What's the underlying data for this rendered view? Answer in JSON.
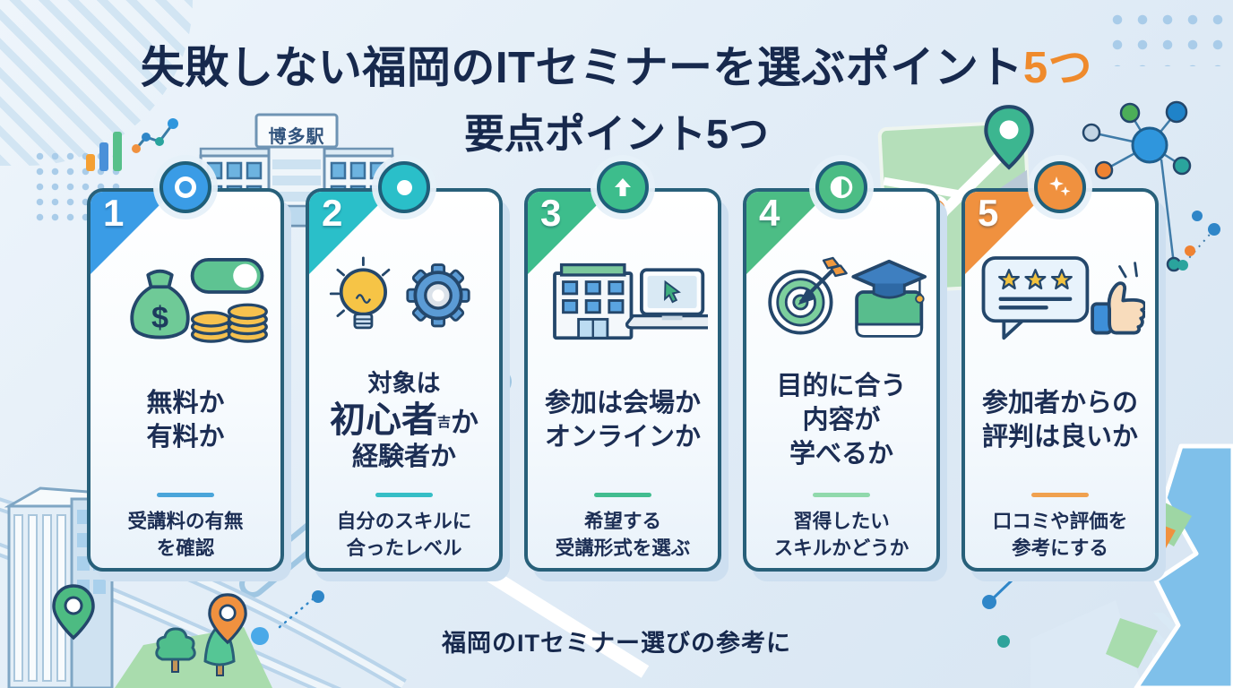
{
  "page": {
    "background": "#e2edf7",
    "navy": "#17294d",
    "card_border": "#28607a"
  },
  "title": {
    "line1": "失敗しない福岡のITセミナーを選ぶポイント",
    "line1_highlight": "5つ",
    "line2": "要点ポイント5つ",
    "color": "#17294d",
    "highlight_color": "#ef8a2c"
  },
  "footer": {
    "text": "福岡のITセミナー選びの参考に"
  },
  "decorations": {
    "station_sign": "博多駅",
    "dollar": "$",
    "icons": [
      "bar-chart-icon",
      "line-chart-icon",
      "station-building-icon",
      "map-tile-icon",
      "map-pin-icon",
      "network-graph-icon",
      "city-building-icon",
      "tree-icon",
      "road-icon",
      "map-fragment-icon",
      "dots-pattern",
      "stripes-pattern"
    ]
  },
  "cards": [
    {
      "number": "1",
      "accent": "#3a9ce6",
      "divider": "#4aa5da",
      "badge_icon": "ring-icon",
      "icons": [
        "money-bag-icon",
        "toggle-icon",
        "coins-icon"
      ],
      "title_lines": [
        "無料か",
        "有料か"
      ],
      "subtitle_lines": [
        "受講料の有無",
        "を確認"
      ]
    },
    {
      "number": "2",
      "accent": "#2abfc9",
      "divider": "#36bec6",
      "badge_icon": "dot-icon",
      "icons": [
        "lightbulb-icon",
        "gear-icon"
      ],
      "title_top": "対象は",
      "title_big": "初心者",
      "title_small": "吉",
      "title_big_suffix": "か",
      "title_bottom": "経験者か",
      "subtitle_lines": [
        "自分のスキルに",
        "合ったレベル"
      ]
    },
    {
      "number": "3",
      "accent": "#3dbd8c",
      "divider": "#42bd90",
      "badge_icon": "arrow-up-icon",
      "icons": [
        "building-icon",
        "laptop-icon"
      ],
      "title_lines": [
        "参加は会場か",
        "オンラインか"
      ],
      "subtitle_lines": [
        "希望する",
        "受講形式を選ぶ"
      ]
    },
    {
      "number": "4",
      "accent": "#4cbd85",
      "divider": "#90d9ac",
      "badge_icon": "contrast-icon",
      "icons": [
        "target-icon",
        "graduation-book-icon"
      ],
      "title_lines": [
        "目的に合う",
        "内容が",
        "学べるか"
      ],
      "subtitle_lines": [
        "習得したい",
        "スキルかどうか"
      ]
    },
    {
      "number": "5",
      "accent": "#f0913f",
      "divider": "#f0a14f",
      "badge_icon": "sparkle-icon",
      "icons": [
        "review-bubble-icon",
        "thumbs-up-icon"
      ],
      "title_lines": [
        "参加者からの",
        "評判は良いか"
      ],
      "subtitle_lines": [
        "口コミや評価を",
        "参考にする"
      ]
    }
  ]
}
